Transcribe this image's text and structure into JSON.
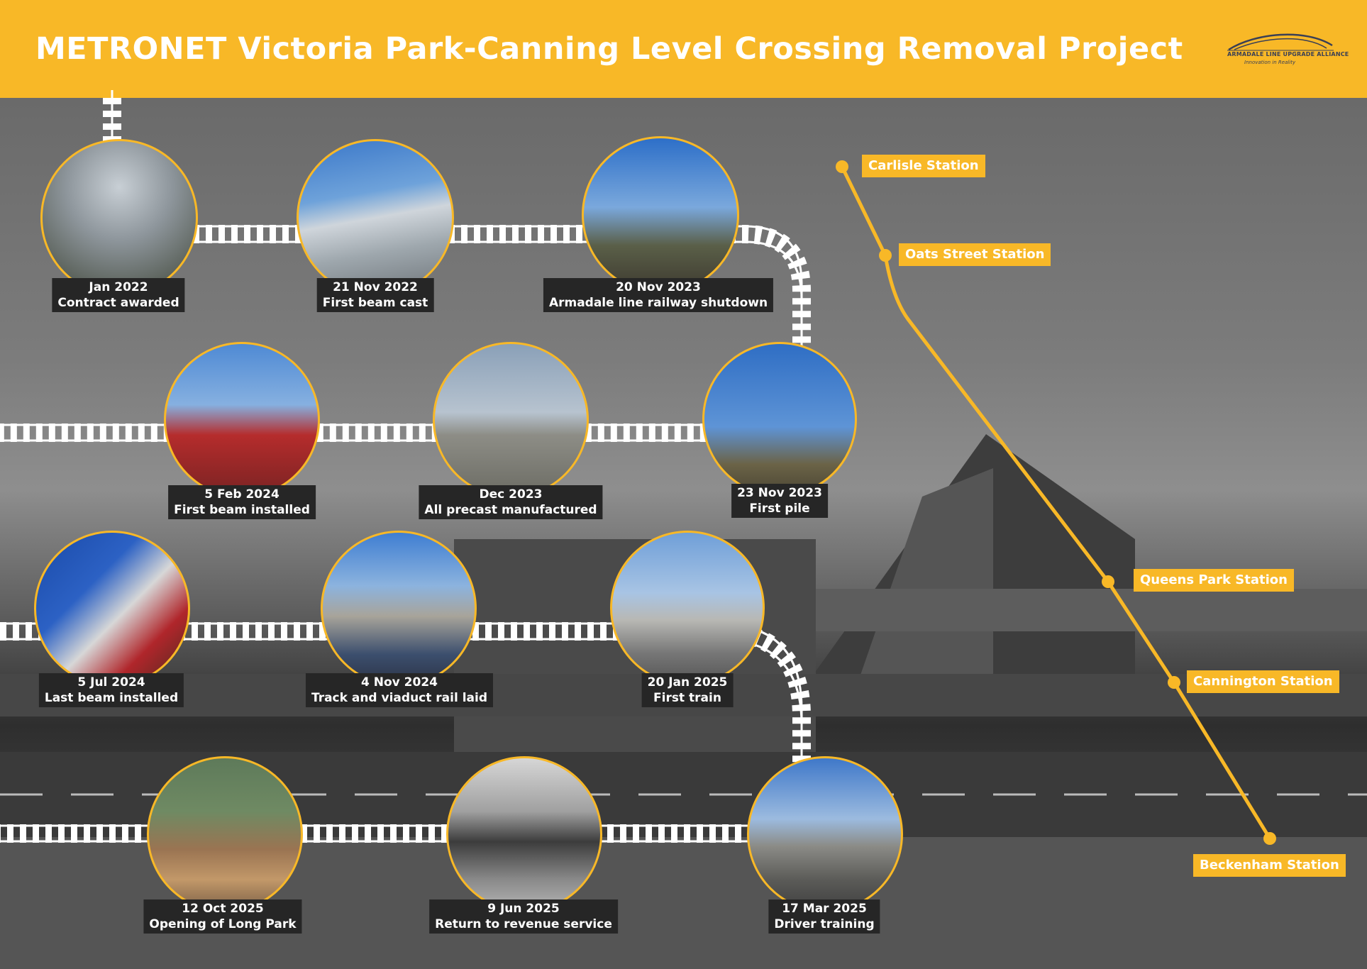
{
  "header": {
    "title": "METRONET Victoria Park-Canning Level Crossing Removal Project",
    "logo_line1": "ARMADALE LINE UPGRADE ALLIANCE",
    "logo_line2": "Innovation in Reality"
  },
  "colors": {
    "accent": "#f8b827",
    "label_bg": "#262626"
  },
  "milestones": [
    {
      "date": "Jan 2022",
      "text": "Contract awarded"
    },
    {
      "date": "21 Nov 2022",
      "text": "First beam cast"
    },
    {
      "date": "20 Nov 2023",
      "text": "Armadale line railway shutdown"
    },
    {
      "date": "23 Nov 2023",
      "text": "First pile"
    },
    {
      "date": "Dec 2023",
      "text": "All precast manufactured"
    },
    {
      "date": "5 Feb 2024",
      "text": "First beam installed"
    },
    {
      "date": "5 Jul 2024",
      "text": "Last beam installed"
    },
    {
      "date": "4 Nov 2024",
      "text": "Track and viaduct rail laid"
    },
    {
      "date": "20 Jan 2025",
      "text": "First train"
    },
    {
      "date": "17 Mar 2025",
      "text": "Driver training"
    },
    {
      "date": "9 Jun 2025",
      "text": "Return to revenue service"
    },
    {
      "date": "12 Oct 2025",
      "text": "Opening of Long Park"
    }
  ],
  "stations": [
    "Carlisle Station",
    "Oats Street Station",
    "Queens Park Station",
    "Cannington Station",
    "Beckenham Station"
  ]
}
